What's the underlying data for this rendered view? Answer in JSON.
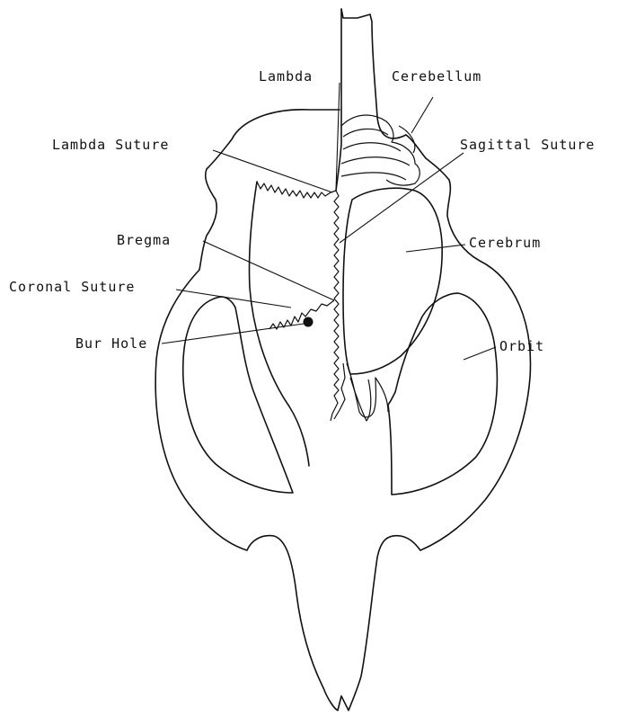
{
  "labels": {
    "lambda": "Lambda",
    "cerebellum": "Cerebellum",
    "lambda_suture": "Lambda Suture",
    "sagittal_suture": "Sagittal Suture",
    "bregma": "Bregma",
    "cerebrum": "Cerebrum",
    "coronal_suture": "Coronal Suture",
    "bur_hole": "Bur Hole",
    "orbit": "Orbit"
  }
}
